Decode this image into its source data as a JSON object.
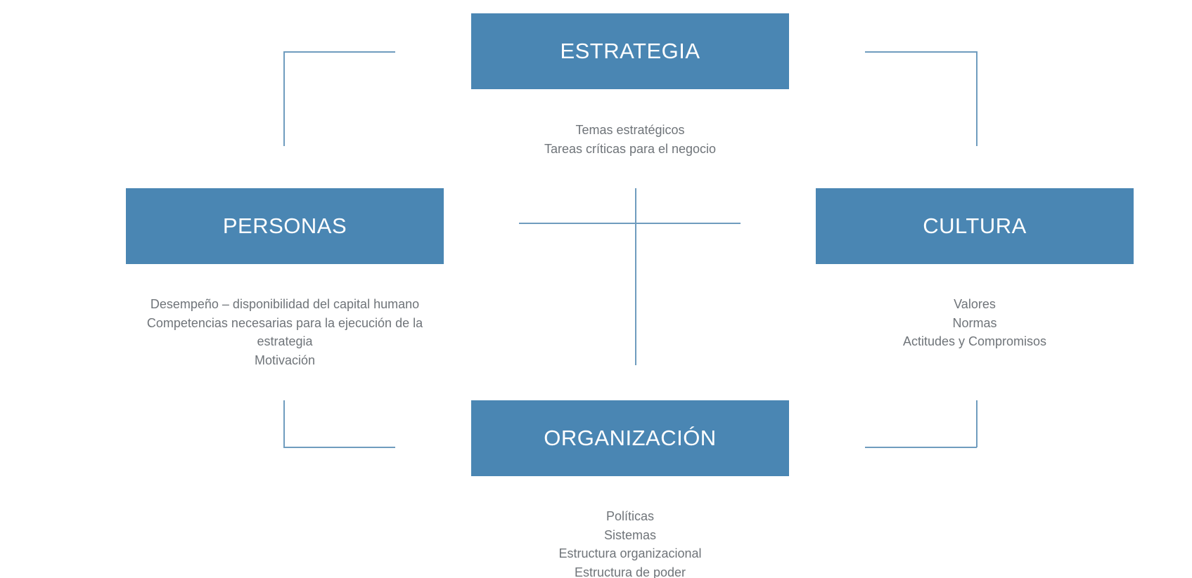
{
  "diagram": {
    "estrategia": {
      "title": "ESTRATEGIA",
      "items": [
        "Temas estratégicos",
        "Tareas críticas para el negocio"
      ]
    },
    "personas": {
      "title": "PERSONAS",
      "items": [
        "Desempeño – disponibilidad del capital humano",
        "Competencias necesarias para la ejecución de la",
        "estrategia",
        "Motivación"
      ]
    },
    "cultura": {
      "title": "CULTURA",
      "items": [
        "Valores",
        "Normas",
        "Actitudes y Compromisos"
      ]
    },
    "organizacion": {
      "title": "ORGANIZACIÓN",
      "items": [
        "Políticas",
        "Sistemas",
        "Estructura organizacional",
        "Estructura de poder"
      ]
    },
    "colors": {
      "box": "#4a86b3",
      "line": "#6f9cbe",
      "text": "#6f7479"
    }
  }
}
